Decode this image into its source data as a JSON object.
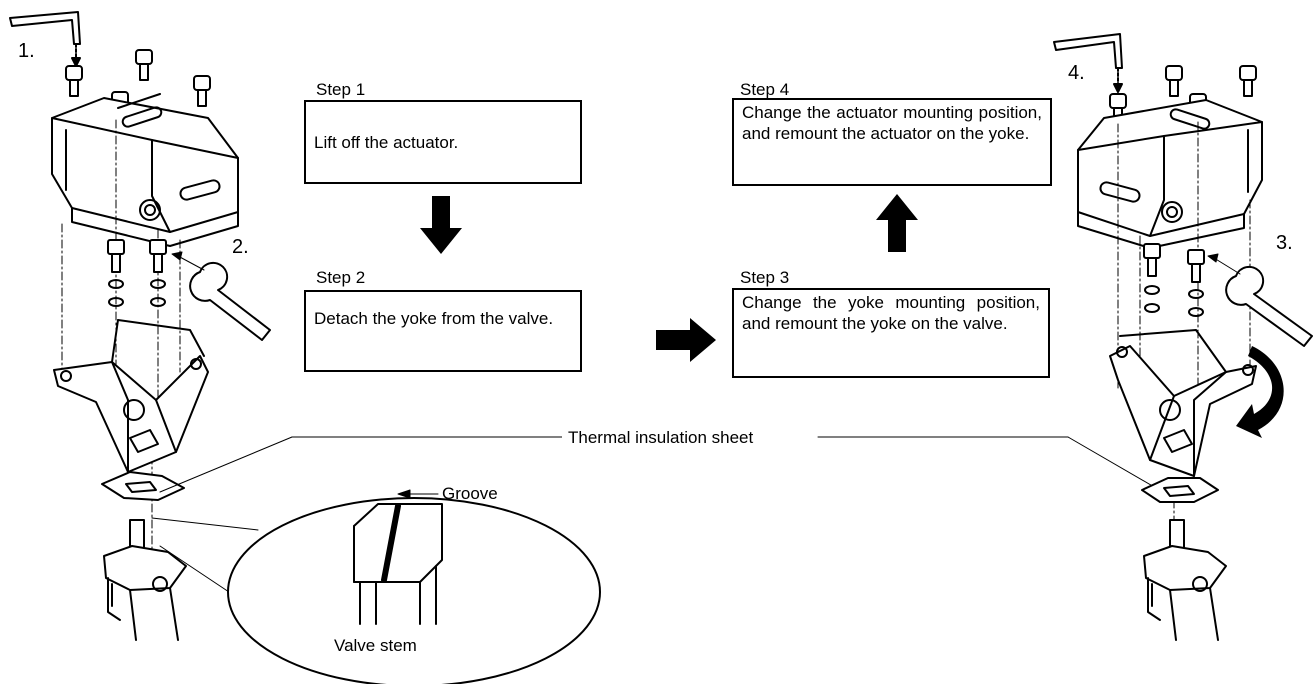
{
  "steps": [
    {
      "title": "Step 1",
      "text": "Lift off the actuator."
    },
    {
      "title": "Step 2",
      "text": "Detach the yoke from the valve."
    },
    {
      "title": "Step 3",
      "text": "Change the yoke mounting position, and remount the yoke on the valve."
    },
    {
      "title": "Step 4",
      "text": "Change the actuator mounting position, and remount the actuator on the yoke."
    }
  ],
  "callouts": {
    "left": [
      "1.",
      "2."
    ],
    "right": [
      "3.",
      "4."
    ]
  },
  "labels": {
    "thermal_sheet": "Thermal insulation sheet",
    "groove": "Groove",
    "valve_stem": "Valve stem"
  }
}
